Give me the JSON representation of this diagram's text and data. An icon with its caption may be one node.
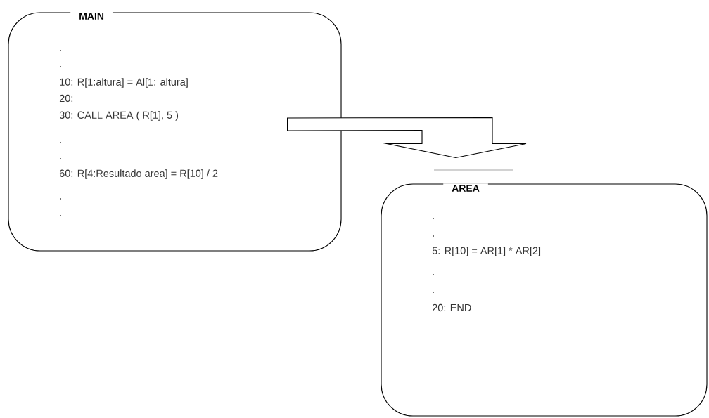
{
  "diagram": {
    "nodes": [
      {
        "text": [
          "MAIN",
          ".",
          ".",
          "10: R[1:altura] = Al[1: altura]",
          "20:",
          "30: CALL AREA ( R[1], 5 )",
          ".",
          ".",
          "60: R[4:Resultado area] = R[10] / 2",
          ".",
          "."
        ]
      },
      {
        "text": [
          "AREA",
          ".",
          ".",
          "5: R[10] = AR[1] * AR[2]",
          ".",
          ".",
          "20: END"
        ]
      }
    ],
    "edges": [
      {
        "from": 0,
        "to": 1,
        "arrow": "to"
      }
    ]
  }
}
